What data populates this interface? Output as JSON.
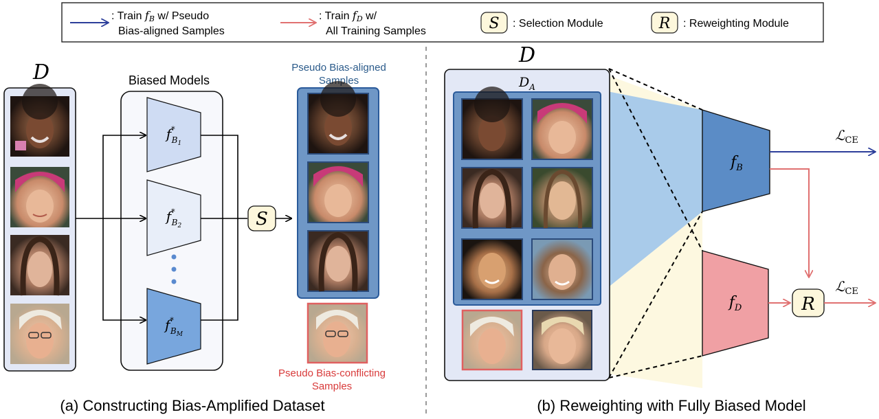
{
  "legend": {
    "train_fb_line1": "Train ",
    "train_fb_sym": "fB",
    "train_fb_line1b": "w/ Pseudo",
    "train_fb_line2": "Bias-aligned Samples",
    "train_fd_line1": "Train ",
    "train_fd_sym": "fD",
    "train_fd_line1b": "w/",
    "train_fd_line2": "All Training Samples",
    "selection_symbol": "S",
    "selection_label": ": Selection Module",
    "reweight_symbol": "R",
    "reweight_label": ": Reweighting Module",
    "colors": {
      "fb_arrow": "#2c3e9a",
      "fd_arrow": "#e07070"
    }
  },
  "left": {
    "dataset_symbol": "D",
    "biased_models_title": "Biased Models",
    "models": [
      {
        "sym": "f",
        "sup": "*",
        "sub": "B1"
      },
      {
        "sym": "f",
        "sup": "*",
        "sub": "B2"
      },
      {
        "sym": "f",
        "sup": "*",
        "sub": "BM"
      }
    ],
    "selection_symbol": "S",
    "aligned_title_1": "Pseudo Bias-aligned",
    "aligned_title_2": "Samples",
    "conflicting_title_1": "Pseudo Bias-conflicting",
    "conflicting_title_2": "Samples",
    "caption": "(a) Constructing Bias-Amplified Dataset"
  },
  "right": {
    "dataset_symbol": "D",
    "subset_symbol": "DA",
    "fb_label": "fB",
    "fd_label": "fD",
    "loss_top": "LCE",
    "loss_bottom": "LCE",
    "reweight_symbol": "R",
    "caption": "(b) Reweighting with Fully Biased Model"
  }
}
